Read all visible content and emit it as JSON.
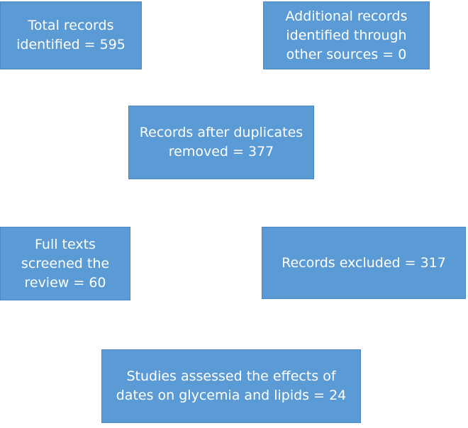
{
  "diagram": {
    "boxes": {
      "total_records": "Total records\nidentified = 595",
      "additional_records": "Additional records\nidentified through\nother sources = 0",
      "after_duplicates": "Records after duplicates\nremoved = 377",
      "full_texts": "Full texts\nscreened the\nreview = 60",
      "records_excluded": "Records excluded = 317",
      "studies_assessed": "Studies assessed the effects of\ndates on glycemia and lipids = 24"
    },
    "colors": {
      "box_fill": "#5b9bd5",
      "box_text": "#ffffff",
      "background": "#ffffff"
    }
  }
}
